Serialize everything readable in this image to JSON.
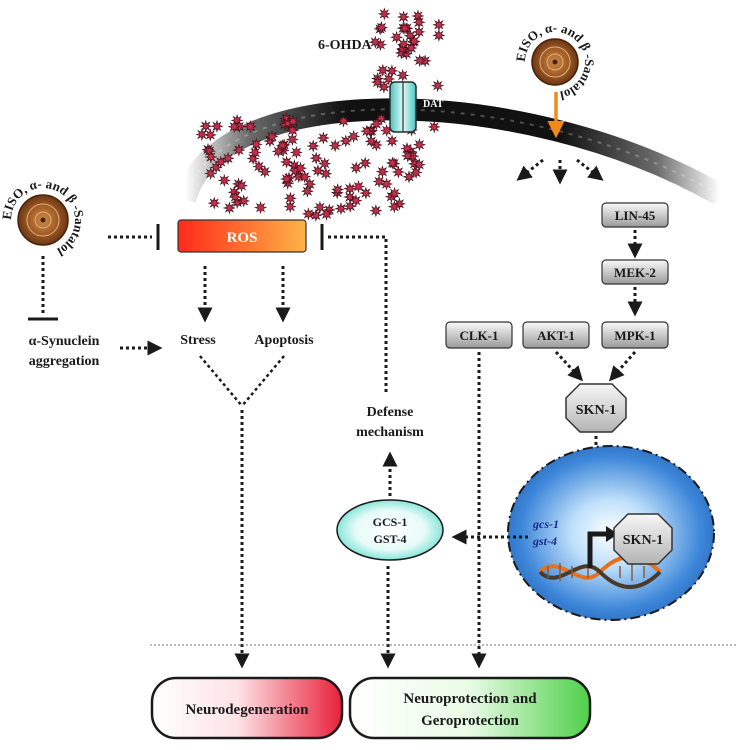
{
  "compound_label": "6-OHDA",
  "transporter_label": "DAT",
  "treatment_label": "EISO, α- and β -Santalol",
  "ros_label": "ROS",
  "synuclein_label_line1": "α-Synuclein",
  "synuclein_label_line2": "aggregation",
  "stress_label": "Stress",
  "apoptosis_label": "Apoptosis",
  "kinases": {
    "lin45": "LIN-45",
    "mek2": "MEK-2",
    "mpk1": "MPK-1",
    "akt1": "AKT-1",
    "clk1": "CLK-1"
  },
  "skn1_label": "SKN-1",
  "nuclear_skn1_label": "SKN-1",
  "genes": [
    "gcs-1",
    "gst-4"
  ],
  "target_proteins_line1": "GCS-1",
  "target_proteins_line2": "GST-4",
  "defense_line1": "Defense",
  "defense_line2": "mechanism",
  "outcome_bad": "Neurodegeneration",
  "outcome_good_line1": "Neuroprotection and",
  "outcome_good_line2": "Geroprotection",
  "colors": {
    "ros_start": "#ff2a1a",
    "ros_end": "#ffb347",
    "stress_molecule": "#c0304a",
    "transporter": "#8fe3e0",
    "nucleus": "#3d86d9",
    "defense_oval": "#4fd9c8",
    "good_outcome": "#4fd04a",
    "bad_outcome": "#e8203a",
    "treatment_arrow": "#f08a1a"
  }
}
